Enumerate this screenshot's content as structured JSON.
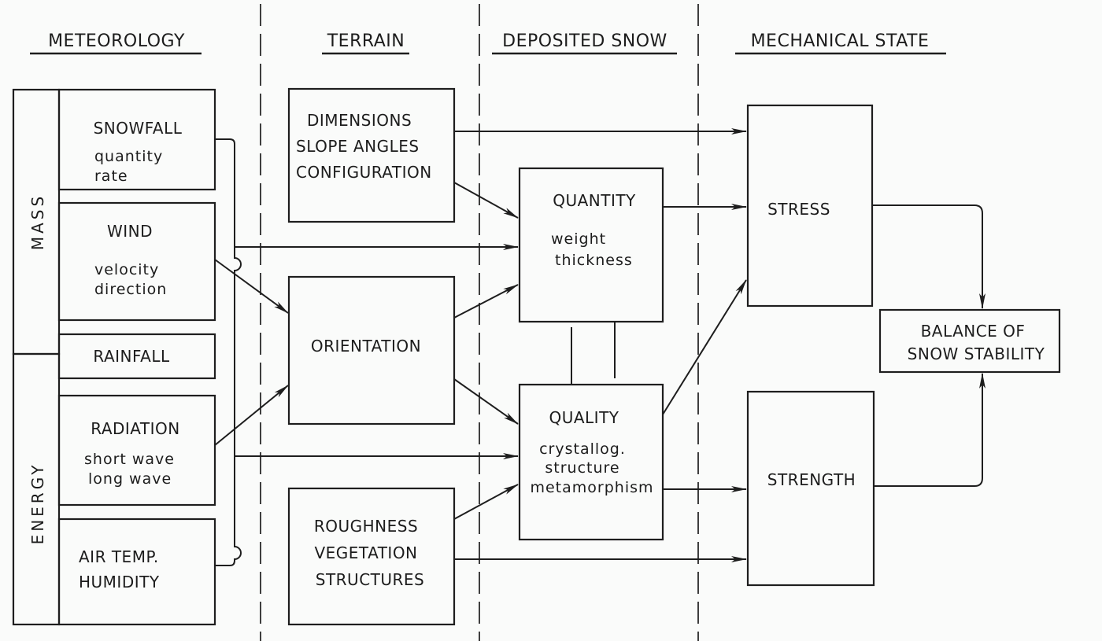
{
  "columns": [
    {
      "id": "meteorology",
      "label": "METEOROLOGY"
    },
    {
      "id": "terrain",
      "label": "TERRAIN"
    },
    {
      "id": "deposited_snow",
      "label": "DEPOSITED SNOW"
    },
    {
      "id": "mechanical_state",
      "label": "MECHANICAL STATE"
    }
  ],
  "groups": {
    "mass": "MASS",
    "energy": "ENERGY"
  },
  "meteorology": {
    "snowfall": {
      "title": "SNOWFALL",
      "lines": [
        "quantity",
        "rate"
      ]
    },
    "wind": {
      "title": "WIND",
      "lines": [
        "velocity",
        "direction"
      ]
    },
    "rainfall": {
      "title": "RAINFALL"
    },
    "radiation": {
      "title": "RADIATION",
      "lines": [
        "short wave",
        "long wave"
      ]
    },
    "air_temp": {
      "lines": [
        "AIR TEMP.",
        "HUMIDITY"
      ]
    }
  },
  "terrain": {
    "dimensions": {
      "lines": [
        "DIMENSIONS",
        "SLOPE ANGLES",
        "CONFIGURATION"
      ]
    },
    "orientation": {
      "title": "ORIENTATION"
    },
    "roughness": {
      "lines": [
        "ROUGHNESS",
        "VEGETATION",
        "STRUCTURES"
      ]
    }
  },
  "deposited_snow": {
    "quantity": {
      "title": "QUANTITY",
      "lines": [
        "weight",
        "thickness"
      ]
    },
    "quality": {
      "title": "QUALITY",
      "lines": [
        "crystallog.",
        "structure",
        "metamorphism"
      ]
    }
  },
  "mechanical_state": {
    "stress": {
      "title": "STRESS"
    },
    "strength": {
      "title": "STRENGTH"
    },
    "balance": {
      "lines": [
        "BALANCE OF",
        "SNOW STABILITY"
      ]
    }
  },
  "connections": [
    {
      "from": "snowfall/rainfall/air_temp bus",
      "to": "quantity"
    },
    {
      "from": "snowfall/rainfall/air_temp bus",
      "to": "quality"
    },
    {
      "from": "wind",
      "to": "orientation"
    },
    {
      "from": "radiation",
      "to": "orientation"
    },
    {
      "from": "dimensions",
      "to": "stress"
    },
    {
      "from": "dimensions",
      "to": "quantity"
    },
    {
      "from": "orientation",
      "to": "quantity"
    },
    {
      "from": "orientation",
      "to": "quality"
    },
    {
      "from": "roughness",
      "to": "quality"
    },
    {
      "from": "roughness",
      "to": "strength"
    },
    {
      "from": "quantity",
      "to": "stress"
    },
    {
      "from": "quality",
      "to": "stress"
    },
    {
      "from": "quality",
      "to": "strength"
    },
    {
      "from": "quantity",
      "to": "quality",
      "type": "link"
    },
    {
      "from": "stress",
      "to": "balance"
    },
    {
      "from": "strength",
      "to": "balance"
    }
  ]
}
